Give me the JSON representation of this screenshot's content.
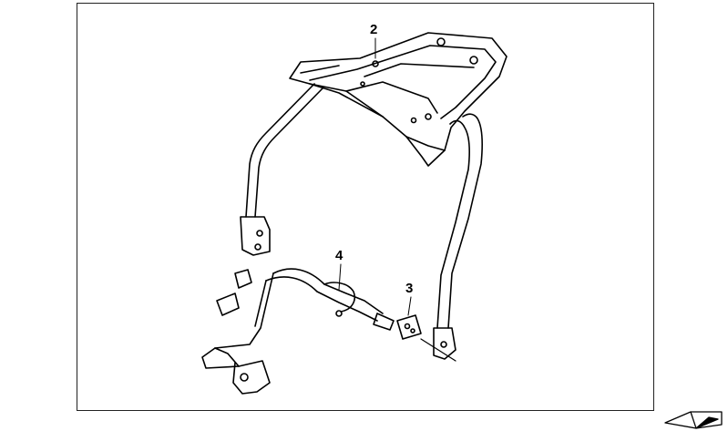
{
  "callouts": {
    "part_2": "2",
    "part_3": "3",
    "part_4": "4"
  },
  "colors": {
    "line": "#000000",
    "background": "#ffffff"
  },
  "icons": {
    "corner": "page-turn-icon"
  }
}
